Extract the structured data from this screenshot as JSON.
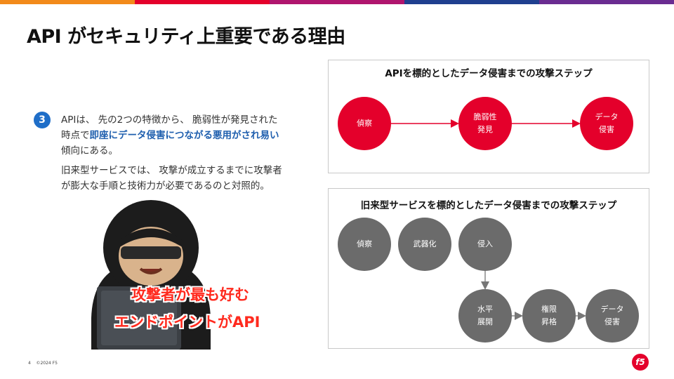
{
  "header": {
    "bar_colors": [
      "#f28a1b",
      "#e4002b",
      "#b0156e",
      "#1f3f8f",
      "#6a2c91"
    ],
    "title": "API がセキュリティ上重要である理由"
  },
  "point": {
    "number": "3",
    "line1_a": "APIは、 先の2つの特徴から、 脆弱性が発見された",
    "line2_a": "時点で",
    "line2_highlight": "即座にデータ侵害につながる悪用がされ易い",
    "line3_a": "傾向にある。",
    "para2_line1": "旧来型サービスでは、 攻撃が成立するまでに攻撃者",
    "para2_line2": "が膨大な手順と技術力が必要であるのと対照的。"
  },
  "overlay": {
    "line1": "攻撃者が最も好む",
    "line2": "エンドポイントがAPI"
  },
  "api_flow": {
    "title": "APIを標的としたデータ侵害までの攻撃ステップ",
    "steps": [
      "偵察",
      "脆弱性\n発見",
      "データ\n侵害"
    ]
  },
  "legacy_flow": {
    "title": "旧来型サービスを標的としたデータ侵害までの攻撃ステップ",
    "steps": [
      "偵察",
      "武器化",
      "侵入",
      "水平\n展開",
      "権限\n昇格",
      "データ\n侵害"
    ]
  },
  "footer": {
    "page": "4",
    "copyright": "©2024 F5"
  },
  "logo": {
    "text": "f5"
  }
}
